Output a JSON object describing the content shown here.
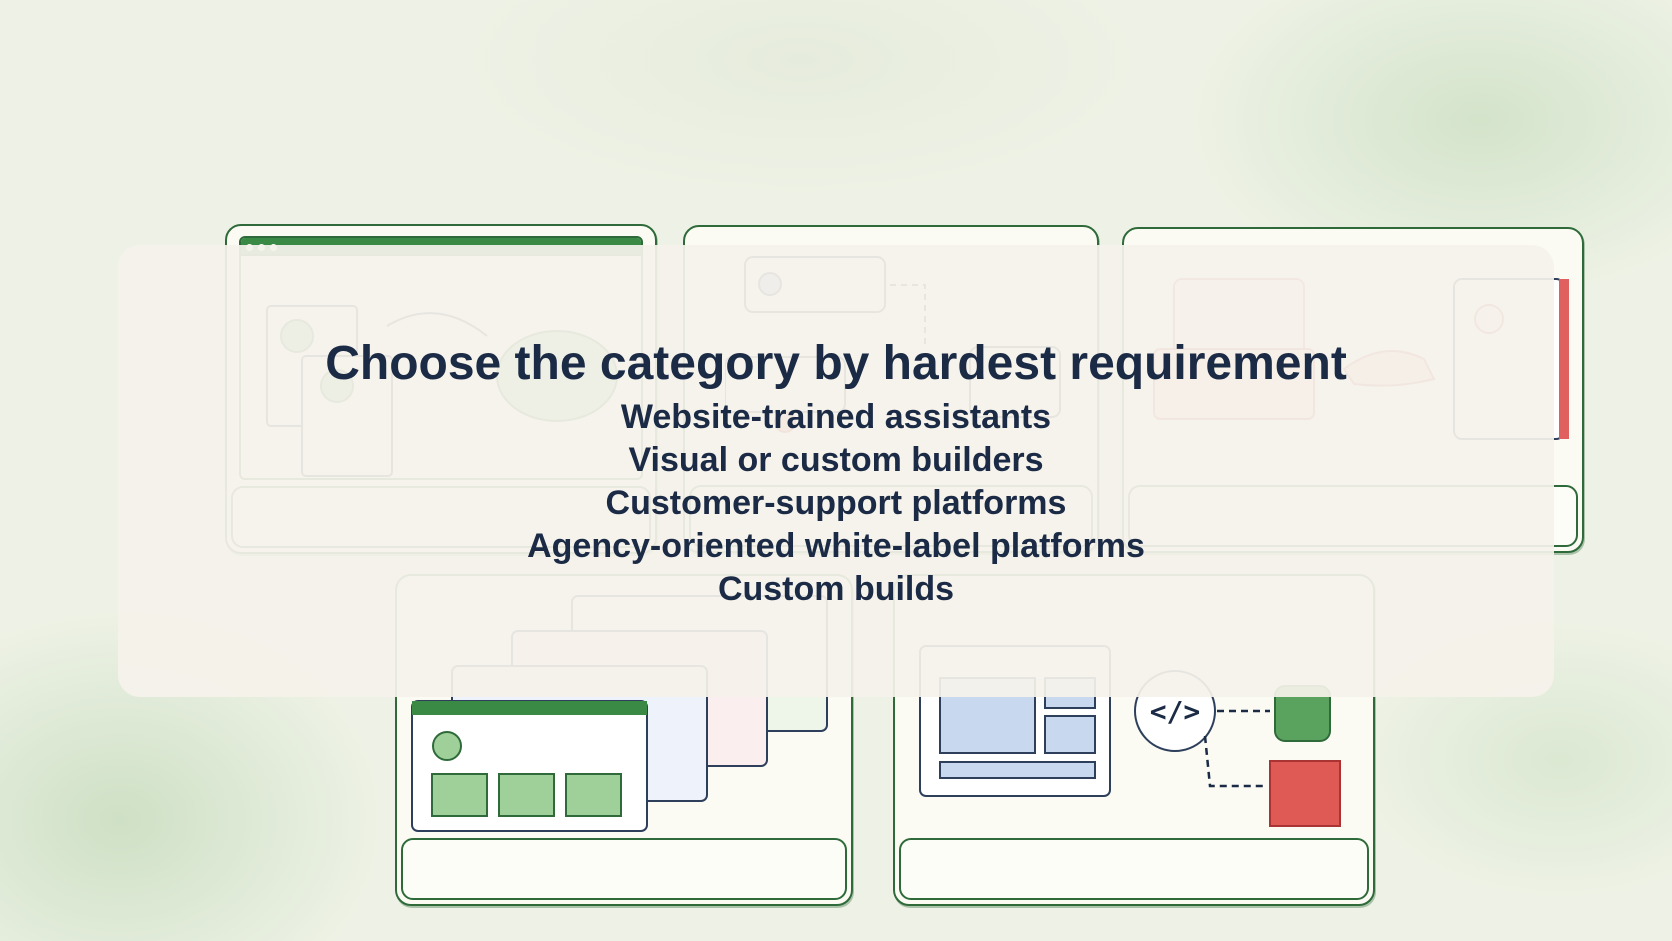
{
  "heading": {
    "title": "Choose the category by hardest requirement"
  },
  "categories": [
    {
      "label": "Website-trained assistants",
      "icon": "document-chat-icon"
    },
    {
      "label": "Visual or custom builders",
      "icon": "flow-builder-icon"
    },
    {
      "label": "Customer-support platforms",
      "icon": "support-inbox-icon"
    },
    {
      "label": "Agency-oriented white-label platforms",
      "icon": "layered-windows-icon"
    },
    {
      "label": "Custom builds",
      "icon": "code-integration-icon"
    }
  ],
  "colors": {
    "green": "#2f6b3a",
    "navy": "#1b2a45",
    "red": "#d9534f",
    "blue": "#9db8e0"
  }
}
